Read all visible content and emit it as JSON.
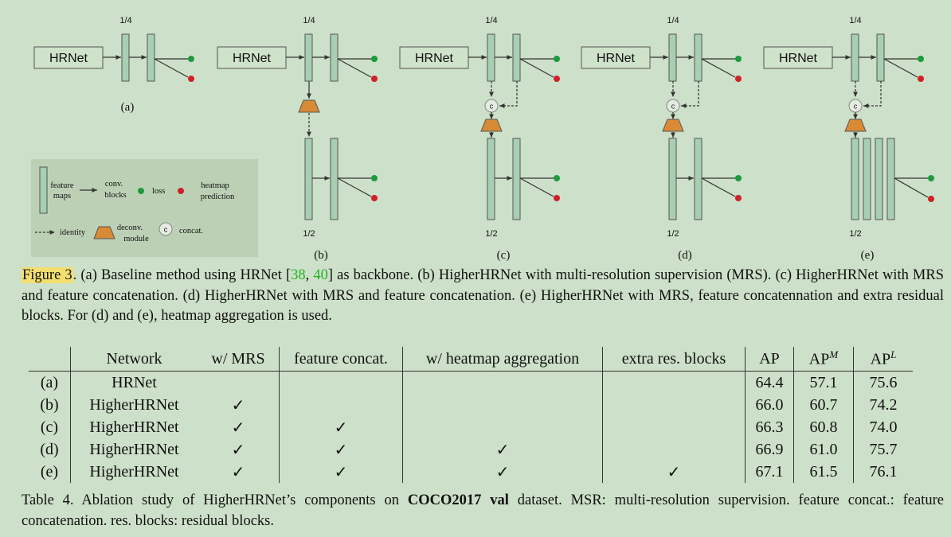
{
  "diagram": {
    "block_label": "HRNet",
    "res_quarter": "1/4",
    "res_half": "1/2",
    "concat_symbol": "c",
    "panel_labels": [
      "(a)",
      "(b)",
      "(c)",
      "(d)",
      "(e)"
    ],
    "legend": {
      "feature_maps": [
        "feature",
        "maps"
      ],
      "conv_blocks": [
        "conv.",
        "blocks"
      ],
      "loss": "loss",
      "heatmap_prediction": [
        "heatmap",
        "prediction"
      ],
      "identity": "identity",
      "deconv_module": [
        "deconv.",
        "module"
      ],
      "concat": "concat."
    },
    "colors": {
      "feature_fill": "#a8cfb4",
      "loss_dot": "#1e9a3c",
      "heatmap_dot": "#d0202a",
      "deconv_fill": "#d88a36",
      "legend_bg": "#bcd0b6"
    }
  },
  "figure_caption": {
    "label": "Figure 3",
    "t1": ". (a) Baseline method using HRNet [",
    "ref1": "38",
    "sep": ", ",
    "ref2": "40",
    "t2": "] as backbone. (b) HigherHRNet with multi-resolution supervision (MRS). (c) HigherHRNet with MRS and feature concatenation. (d) HigherHRNet with MRS and feature concatenation. (e) HigherHRNet with MRS, feature concatennation and extra residual blocks. For (d) and (e), heatmap aggregation is used."
  },
  "table": {
    "headers": [
      "",
      "Network",
      "w/ MRS",
      "feature concat.",
      "w/ heatmap aggregation",
      "extra res. blocks",
      "AP",
      "AP",
      "AP"
    ],
    "header_sups": [
      "",
      "",
      "",
      "",
      "",
      "",
      "",
      "M",
      "L"
    ],
    "rows": [
      [
        "(a)",
        "HRNet",
        "",
        "",
        "",
        "",
        "64.4",
        "57.1",
        "75.6"
      ],
      [
        "(b)",
        "HigherHRNet",
        "✓",
        "",
        "",
        "",
        "66.0",
        "60.7",
        "74.2"
      ],
      [
        "(c)",
        "HigherHRNet",
        "✓",
        "✓",
        "",
        "",
        "66.3",
        "60.8",
        "74.0"
      ],
      [
        "(d)",
        "HigherHRNet",
        "✓",
        "✓",
        "✓",
        "",
        "66.9",
        "61.0",
        "75.7"
      ],
      [
        "(e)",
        "HigherHRNet",
        "✓",
        "✓",
        "✓",
        "✓",
        "67.1",
        "61.5",
        "76.1"
      ]
    ]
  },
  "table_caption": {
    "t1": "Table 4. Ablation study of HigherHRNet’s components on ",
    "bold": "COCO2017 val",
    "t2": " dataset. MSR: multi-resolution supervision. feature concat.: feature concatenation. res. blocks: residual blocks."
  }
}
